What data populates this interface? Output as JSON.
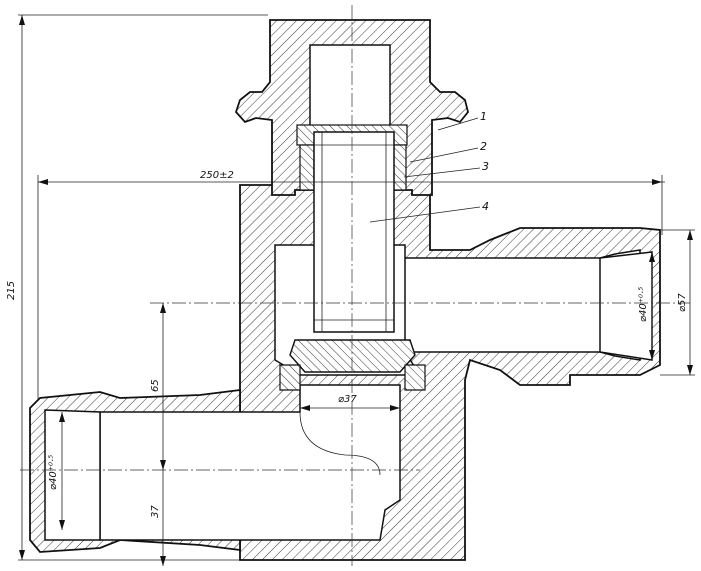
{
  "dimensions": {
    "overall_height": "215",
    "overall_width": "250±2",
    "right_inner_diameter": "⌀40⁺⁰·⁵",
    "right_outer_diameter": "⌀57",
    "seat_diameter": "⌀37",
    "left_inner_diameter": "⌀40⁺⁰·⁵",
    "vertical_offset_upper": "65",
    "vertical_offset_lower": "37"
  },
  "part_labels": [
    {
      "number": "1"
    },
    {
      "number": "2"
    },
    {
      "number": "3"
    },
    {
      "number": "4"
    }
  ]
}
